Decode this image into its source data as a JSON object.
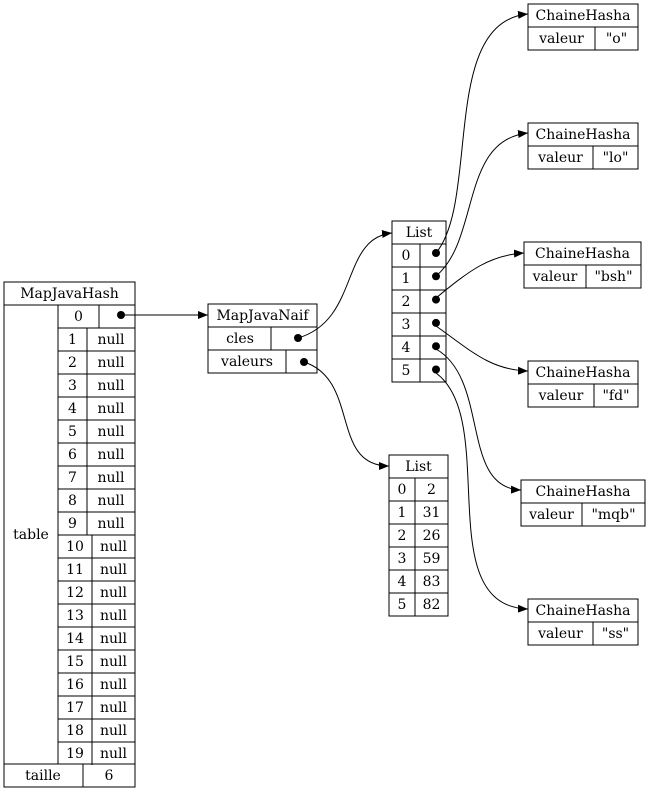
{
  "map_java_hash": {
    "title": "MapJavaHash",
    "table_label": "table",
    "rows": [
      {
        "index": "0",
        "value": ""
      },
      {
        "index": "1",
        "value": "null"
      },
      {
        "index": "2",
        "value": "null"
      },
      {
        "index": "3",
        "value": "null"
      },
      {
        "index": "4",
        "value": "null"
      },
      {
        "index": "5",
        "value": "null"
      },
      {
        "index": "6",
        "value": "null"
      },
      {
        "index": "7",
        "value": "null"
      },
      {
        "index": "8",
        "value": "null"
      },
      {
        "index": "9",
        "value": "null"
      },
      {
        "index": "10",
        "value": "null"
      },
      {
        "index": "11",
        "value": "null"
      },
      {
        "index": "12",
        "value": "null"
      },
      {
        "index": "13",
        "value": "null"
      },
      {
        "index": "14",
        "value": "null"
      },
      {
        "index": "15",
        "value": "null"
      },
      {
        "index": "16",
        "value": "null"
      },
      {
        "index": "17",
        "value": "null"
      },
      {
        "index": "18",
        "value": "null"
      },
      {
        "index": "19",
        "value": "null"
      }
    ],
    "size_label": "taille",
    "size_value": "6"
  },
  "map_java_naif": {
    "title": "MapJavaNaif",
    "keys_label": "cles",
    "values_label": "valeurs"
  },
  "keys_list": {
    "title": "List",
    "indices": [
      "0",
      "1",
      "2",
      "3",
      "4",
      "5"
    ]
  },
  "values_list": {
    "title": "List",
    "rows": [
      {
        "index": "0",
        "value": "2"
      },
      {
        "index": "1",
        "value": "31"
      },
      {
        "index": "2",
        "value": "26"
      },
      {
        "index": "3",
        "value": "59"
      },
      {
        "index": "4",
        "value": "83"
      },
      {
        "index": "5",
        "value": "82"
      }
    ]
  },
  "chaines": [
    {
      "title": "ChaineHasha",
      "field": "valeur",
      "value": "\"o\""
    },
    {
      "title": "ChaineHasha",
      "field": "valeur",
      "value": "\"lo\""
    },
    {
      "title": "ChaineHasha",
      "field": "valeur",
      "value": "\"bsh\""
    },
    {
      "title": "ChaineHasha",
      "field": "valeur",
      "value": "\"fd\""
    },
    {
      "title": "ChaineHasha",
      "field": "valeur",
      "value": "\"mqb\""
    },
    {
      "title": "ChaineHasha",
      "field": "valeur",
      "value": "\"ss\""
    }
  ]
}
